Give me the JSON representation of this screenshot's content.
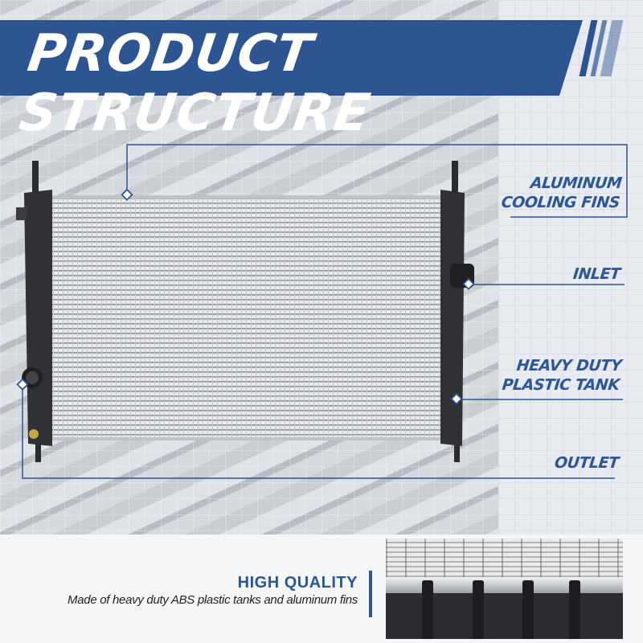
{
  "header": {
    "title": "PRODUCT STRUCTURE"
  },
  "callouts": [
    {
      "id": "fins",
      "lines": [
        "ALUMINUM",
        "COOLING FINS"
      ]
    },
    {
      "id": "inlet",
      "lines": [
        "INLET"
      ]
    },
    {
      "id": "tank",
      "lines": [
        "HEAVY DUTY",
        "PLASTIC TANK"
      ]
    },
    {
      "id": "outlet",
      "lines": [
        "OUTLET"
      ]
    }
  ],
  "feature": {
    "title": "HIGH QUALITY",
    "description": "Made of heavy duty ABS plastic tanks and aluminum fins"
  },
  "colors": {
    "brand": "#2d5592"
  }
}
